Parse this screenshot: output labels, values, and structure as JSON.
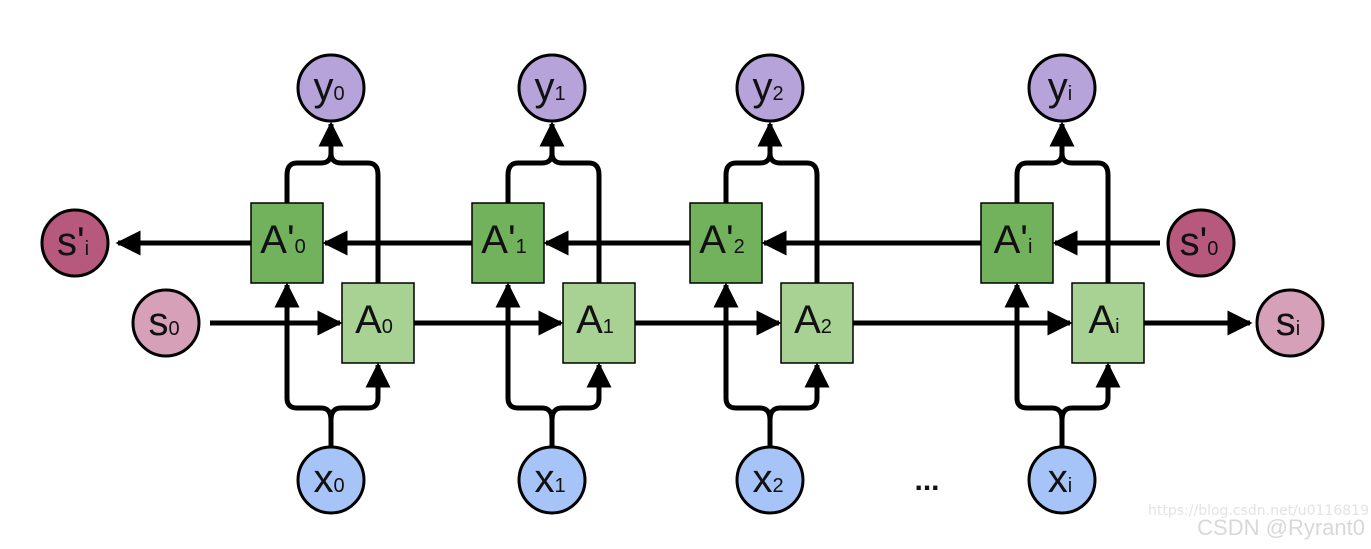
{
  "colors": {
    "input": "#a6c4f7",
    "output": "#b6a3d9",
    "state_forward": "#d6a0b9",
    "state_backward": "#b7587d",
    "cell_forward": "#a8d293",
    "cell_backward": "#72b25c",
    "stroke": "#000000"
  },
  "inputs": [
    {
      "base": "x",
      "sub": "0"
    },
    {
      "base": "x",
      "sub": "1"
    },
    {
      "base": "x",
      "sub": "2"
    },
    {
      "base": "x",
      "sub": "i"
    }
  ],
  "outputs": [
    {
      "base": "y",
      "sub": "0"
    },
    {
      "base": "y",
      "sub": "1"
    },
    {
      "base": "y",
      "sub": "2"
    },
    {
      "base": "y",
      "sub": "i"
    }
  ],
  "forward_cells": [
    {
      "base": "A",
      "sub": "0"
    },
    {
      "base": "A",
      "sub": "1"
    },
    {
      "base": "A",
      "sub": "2"
    },
    {
      "base": "A",
      "sub": "i"
    }
  ],
  "backward_cells": [
    {
      "base": "A'",
      "sub": "0"
    },
    {
      "base": "A'",
      "sub": "1"
    },
    {
      "base": "A'",
      "sub": "2"
    },
    {
      "base": "A'",
      "sub": "i"
    }
  ],
  "states": {
    "s_start": {
      "base": "s",
      "sub": "0"
    },
    "s_end": {
      "base": "s",
      "sub": "i"
    },
    "s_back_start": {
      "base": "s'",
      "sub": "0"
    },
    "s_back_end": {
      "base": "s'",
      "sub": "i"
    }
  },
  "ellipsis": "...",
  "watermark": {
    "url": "https://blog.csdn.net/u0116819",
    "credit": "CSDN @Ryrant0"
  }
}
